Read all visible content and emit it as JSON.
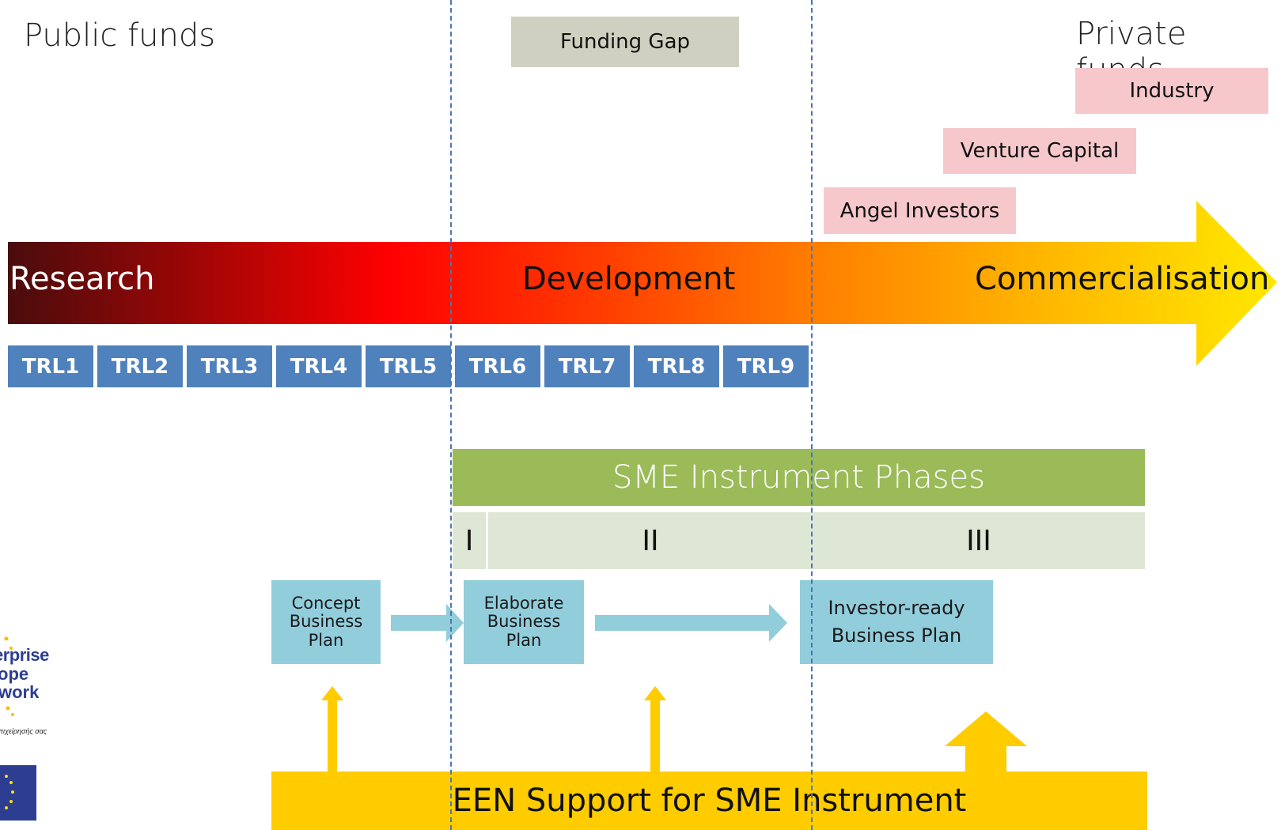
{
  "labels": {
    "public_funds": "Public funds",
    "private_funds": "Private funds",
    "funding_gap": "Funding Gap"
  },
  "private_sources": [
    "Industry",
    "Venture Capital",
    "Angel Investors"
  ],
  "stages": [
    "Research",
    "Development",
    "Commercialisation"
  ],
  "trl": [
    "TRL1",
    "TRL2",
    "TRL3",
    "TRL4",
    "TRL5",
    "TRL6",
    "TRL7",
    "TRL8",
    "TRL9"
  ],
  "sme": {
    "title": "SME Instrument Phases",
    "phases": [
      "I",
      "II",
      "III"
    ]
  },
  "plans": [
    "Concept\nBusiness\nPlan",
    "Elaborate\nBusiness\nPlan",
    "Investor-ready\nBusiness  Plan"
  ],
  "een_support": "EEN Support for SME Instrument",
  "logo": {
    "text_lines": [
      "erprise",
      "ope",
      "work"
    ],
    "tagline": "επιχείρησής σας"
  },
  "colors": {
    "trl_blue": "#4f81bd",
    "sme_green": "#9bbb59",
    "phase_bg": "#dde7d4",
    "plan_blue": "#92cddc",
    "een_yellow": "#ffcc00",
    "private_pink": "#f6c8cc",
    "gap_grey": "#d0d0c0"
  }
}
